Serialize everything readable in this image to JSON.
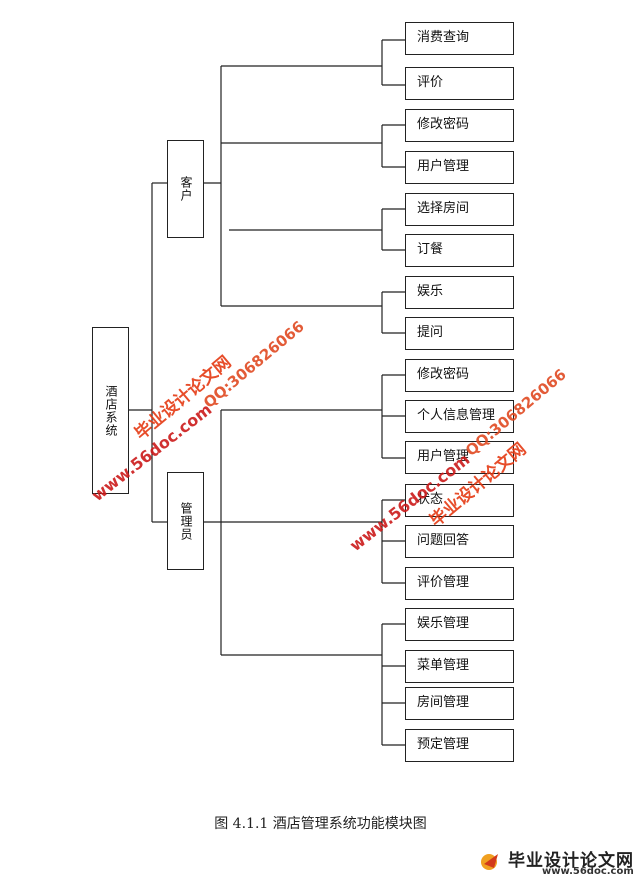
{
  "root": {
    "label": "酒店系统"
  },
  "groups": [
    {
      "label": "客户",
      "items": [
        "消费查询",
        "评价",
        "修改密码",
        "用户管理",
        "选择房间",
        "订餐",
        "娱乐",
        "提问"
      ]
    },
    {
      "label": "管理员",
      "items": [
        "修改密码",
        "个人信息管理",
        "用户管理",
        "状态",
        "问题回答",
        "评价管理",
        "娱乐管理",
        "菜单管理",
        "房间管理",
        "预定管理"
      ]
    }
  ],
  "caption": "图 4.1.1 酒店管理系统功能模块图",
  "watermarks": {
    "cn": "毕业设计论文网",
    "url": "www.56doc.com",
    "qq": "QQ:306826066"
  },
  "logo": {
    "title": "毕业设计论文网",
    "url": "www.56doc.com"
  },
  "colors": {
    "line": "#222222",
    "watermark": "#e53a14"
  }
}
